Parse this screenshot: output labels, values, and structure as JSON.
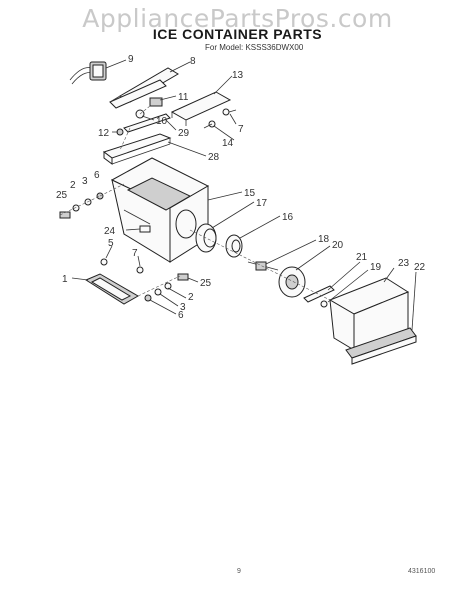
{
  "watermark": "AppliancePartsPros.com",
  "title": "ICE CONTAINER PARTS",
  "model_line": "For Model: KSSS36DWX00",
  "footer": {
    "page": "9",
    "code": "4316100"
  },
  "callouts": {
    "c1": "1",
    "c2a": "2",
    "c2b": "2",
    "c3a": "3",
    "c3b": "3",
    "c5": "5",
    "c6a": "6",
    "c6b": "6",
    "c7a": "7",
    "c7b": "7",
    "c8": "8",
    "c9": "9",
    "c10": "10",
    "c11": "11",
    "c12": "12",
    "c13": "13",
    "c14": "14",
    "c15": "15",
    "c16": "16",
    "c17": "17",
    "c18": "18",
    "c19": "19",
    "c20": "20",
    "c21": "21",
    "c22": "22",
    "c23": "23",
    "c24": "24",
    "c25a": "25",
    "c25b": "25",
    "c28": "28",
    "c29": "29"
  }
}
